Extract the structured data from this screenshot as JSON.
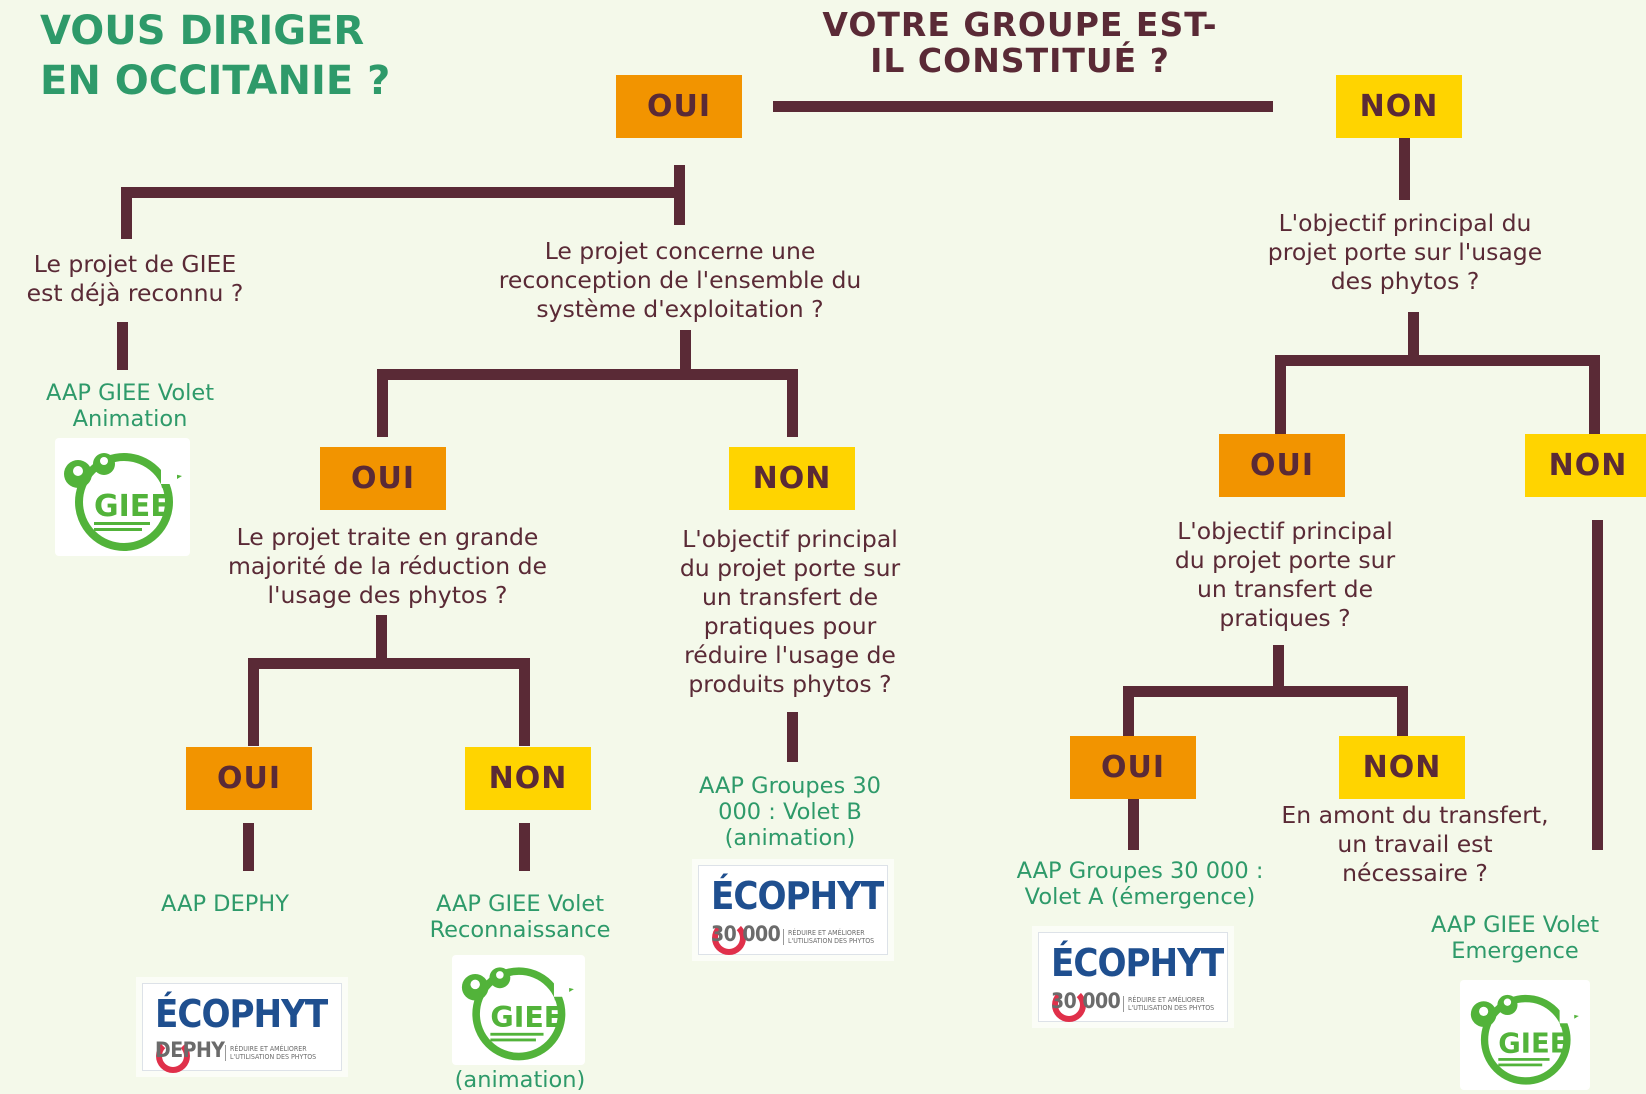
{
  "title": {
    "text": "VOUS DIRIGER\nEN OCCITANIE  ?"
  },
  "root_question": "VOTRE GROUPE EST-\nIL CONSTITUÉ ?",
  "labels": {
    "oui_1": "OUI",
    "non_1": "NON",
    "oui_2": "OUI",
    "non_2": "NON",
    "oui_3": "OUI",
    "non_3": "NON",
    "oui_4": "OUI",
    "non_4": "NON",
    "oui_5": "OUI",
    "non_5": "NON"
  },
  "questions": {
    "q_giee_recognized": "Le projet de GIEE\nest déjà reconnu ?",
    "q_reconception": "Le projet concerne une\nreconception de l'ensemble du\nsystème d'exploitation ?",
    "q_reduction": "Le projet traite en grande\nmajorité de la réduction de\nl'usage des phytos ?",
    "q_transfer_reduce": "L'objectif principal\ndu projet porte sur\nun transfert de\npratiques pour\nréduire l'usage de\nproduits phytos ?",
    "q_phyto_usage": "L'objectif principal du\nprojet porte sur l'usage\ndes phytos ?",
    "q_transfer": "L'objectif principal\ndu projet porte sur\nun transfert de\npratiques ?",
    "q_upstream": "En amont du transfert,\nun travail est\nnécessaire ?"
  },
  "results": {
    "r_giee_animation": "AAP GIEE Volet\nAnimation",
    "r_dephy": "AAP DEPHY",
    "r_giee_reconnaissance": "AAP GIEE Volet\nReconnaissance",
    "r_giee_animation_note": "(animation)",
    "r_groupes_b": "AAP Groupes 30\n000 : Volet B\n(animation)",
    "r_groupes_a": "AAP Groupes 30 000 :\nVolet A (émergence)",
    "r_giee_emergence": "AAP GIEE Volet\nEmergence"
  },
  "logos": {
    "ecophyto_brand": "ÉCOPHYT",
    "ecophyto_30000": "30 000",
    "ecophyto_dephy": "DEPHY",
    "ecophyto_tagline": "RÉDUIRE ET AMÉLIORER\nL'UTILISATION DES PHYTOS",
    "giee_logo": "GIEE"
  },
  "colors": {
    "background": "#f4f9ea",
    "connector": "#5a2a36",
    "oui": "#f29400",
    "non": "#ffd400",
    "title_green": "#2e9a6a",
    "question_text": "#5a2a36",
    "ecophyto_blue": "#1f4f8f",
    "ecophyto_red": "#e0304a"
  }
}
